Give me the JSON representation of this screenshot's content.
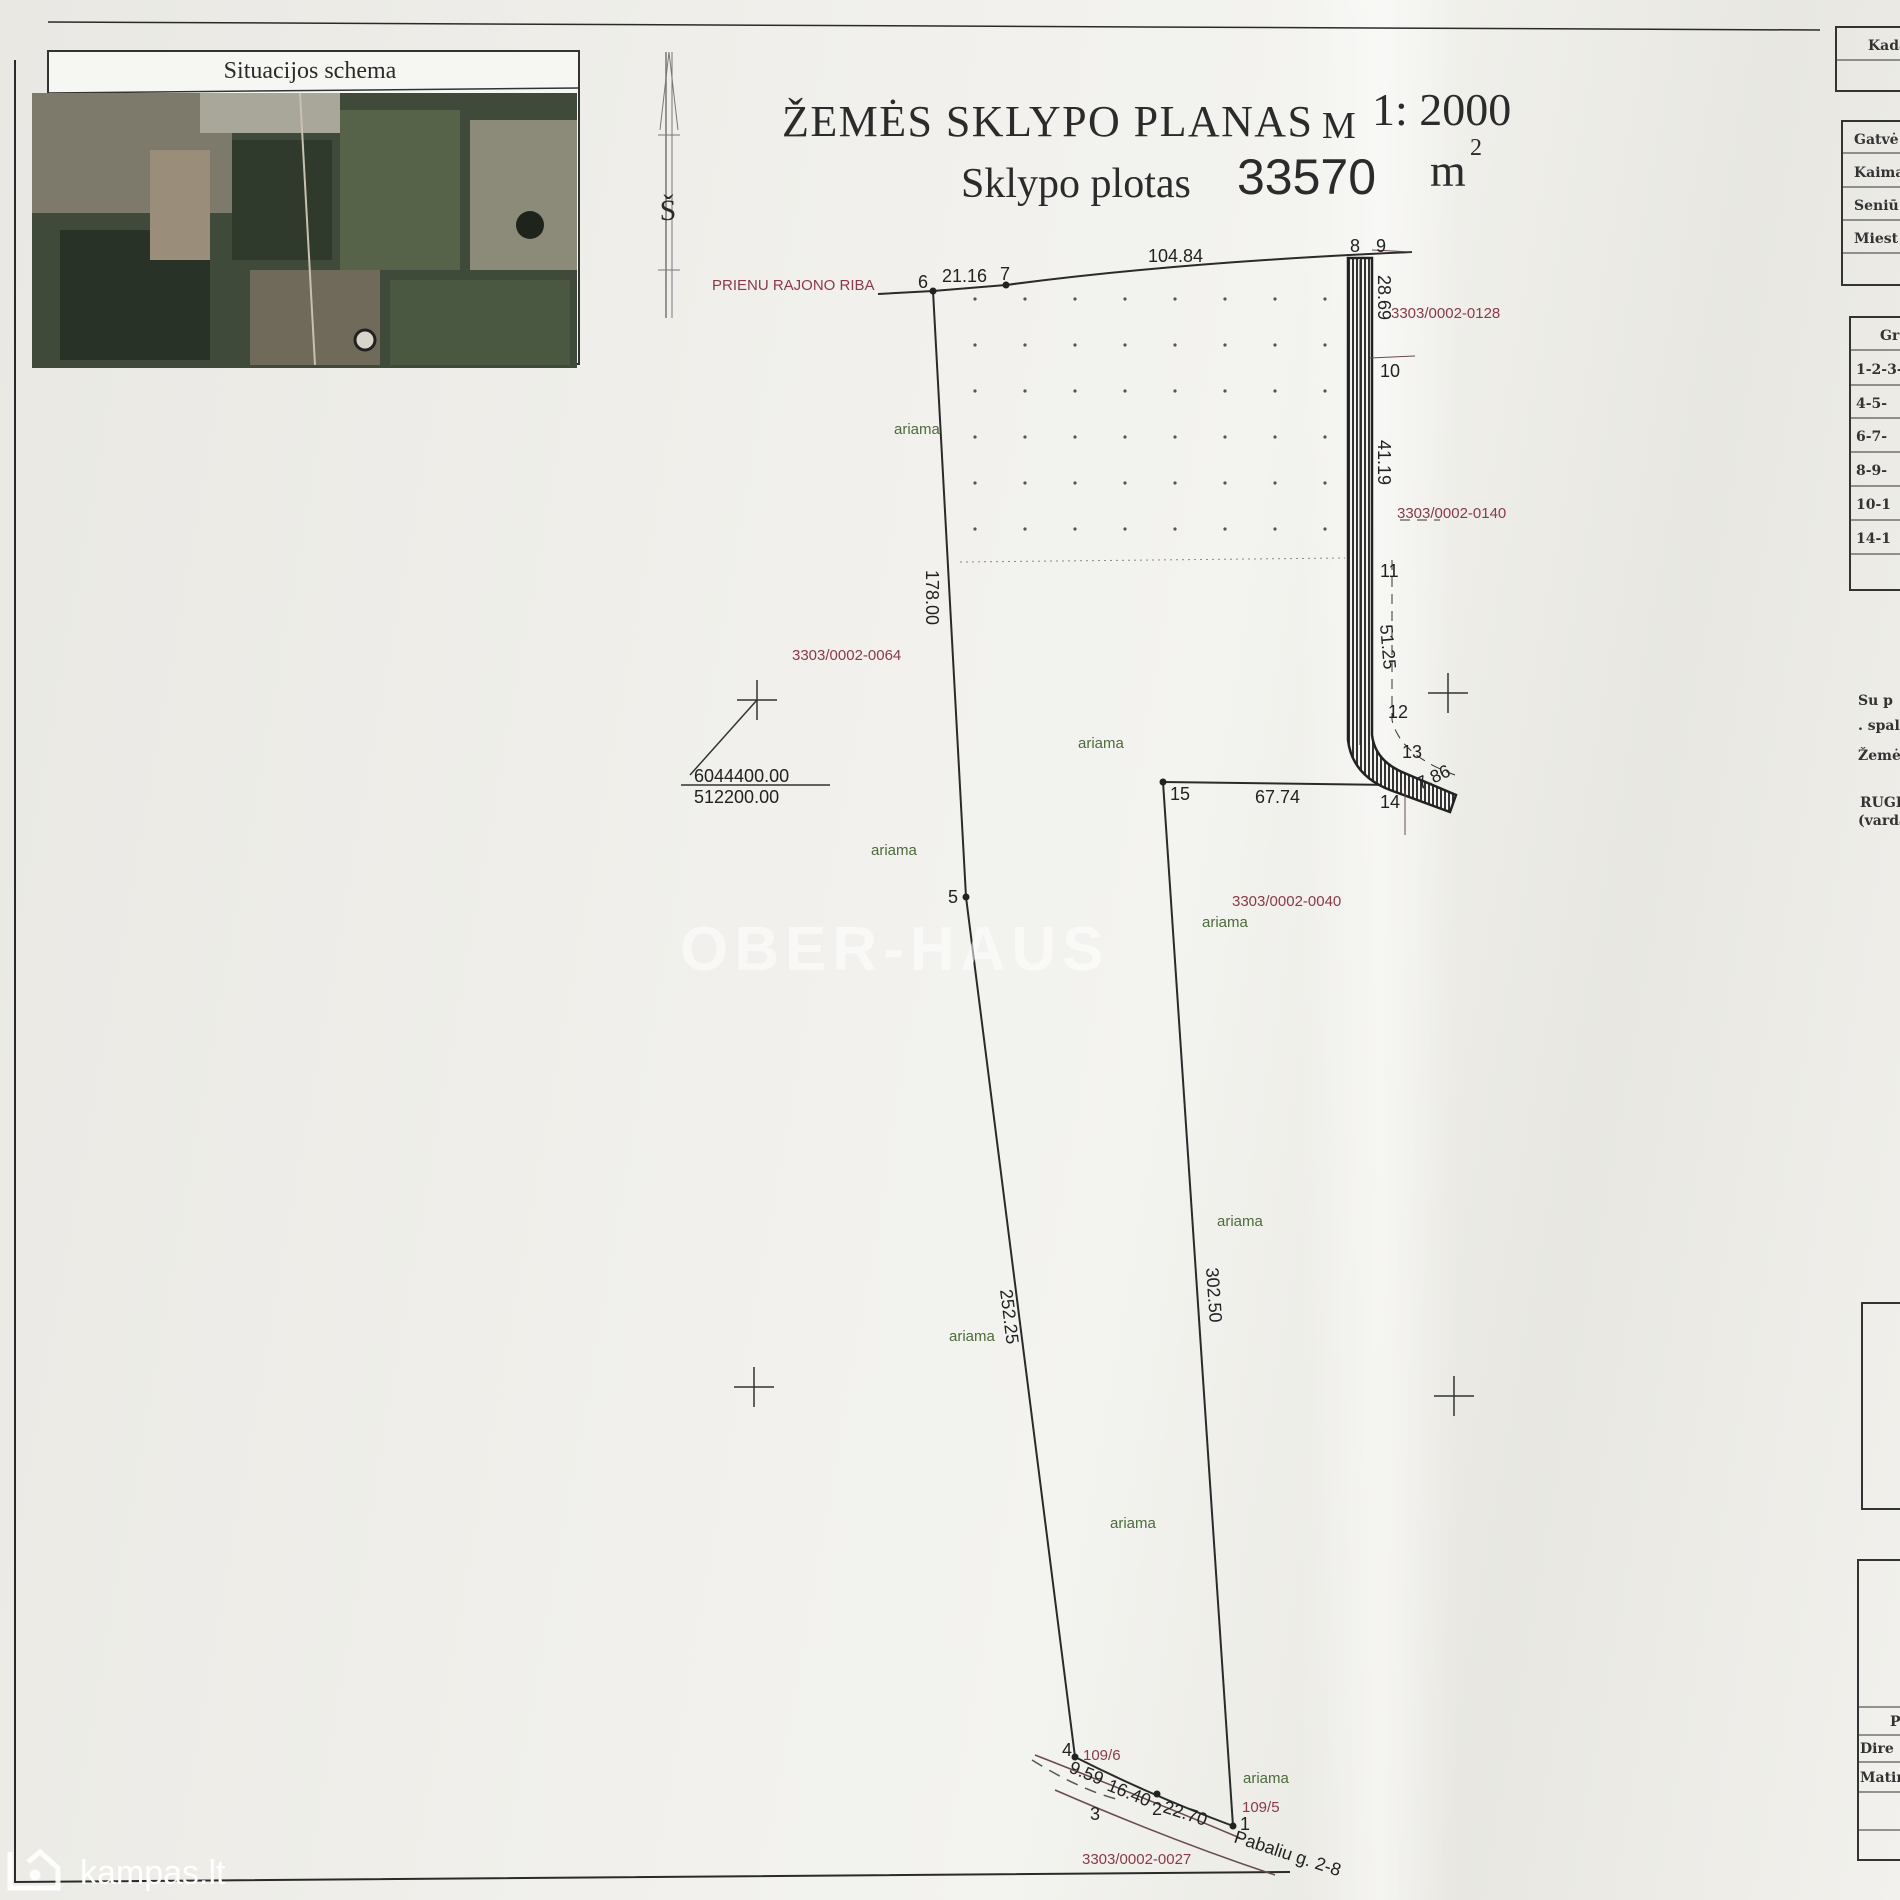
{
  "inset": {
    "title": "Situacijos schema"
  },
  "north_arrow": {
    "label": "Š"
  },
  "title": {
    "line1": "ŽEMĖS   SKLYPO   PLANAS",
    "scale_prefix": "M",
    "scale": "1: 2000",
    "area_label": "Sklypo   plotas",
    "area_value": "33570",
    "area_unit": "m",
    "area_exponent": "2"
  },
  "boundary_label": "PRIENU RAJONO RIBA",
  "parcels": {
    "p0128": "3303/0002-0128",
    "p0140": "3303/0002-0140",
    "p0064": "3303/0002-0064",
    "p0040": "3303/0002-0040",
    "p0027": "3303/0002-0027",
    "lot_109_6": "109/6",
    "lot_109_5": "109/5"
  },
  "land_use": "ariama",
  "street": "Pabaliu g. 2-8",
  "points": [
    "1",
    "2",
    "3",
    "4",
    "5",
    "6",
    "7",
    "8",
    "9",
    "10",
    "11",
    "12",
    "13",
    "14",
    "15"
  ],
  "dimensions": {
    "d6_7": "21.16",
    "d7_8": "104.84",
    "d6_5": "178.00",
    "d5_4": "252.25",
    "d15_1": "302.50",
    "d15_14": "67.74",
    "d8_10": "28.69",
    "d10_11": "41.19",
    "d11_12": "51.25",
    "d13_14": "7.86",
    "d4_3": "9.59",
    "d3_2": "16.40",
    "d2_1": "22.70"
  },
  "coordinates": {
    "x": "6044400.00",
    "y": "512200.00"
  },
  "watermark": "OBER-HAUS",
  "logo": "kampas.lt",
  "right_panel": {
    "cadastre_header": "Kada",
    "address_rows": [
      "Gatvė",
      "Kaima",
      "Seniū",
      "Miest"
    ],
    "boundary_header": "Gr",
    "boundary_rows": [
      "1-2-3-",
      "4-5-",
      "6-7-",
      "8-9-",
      "10-1",
      "14-1"
    ],
    "notes": [
      "Su p",
      ". spal",
      "Žemė",
      "RUGI",
      "(varda"
    ],
    "sign_header": "P",
    "sign_rows": [
      "Dire",
      "Matin"
    ]
  }
}
